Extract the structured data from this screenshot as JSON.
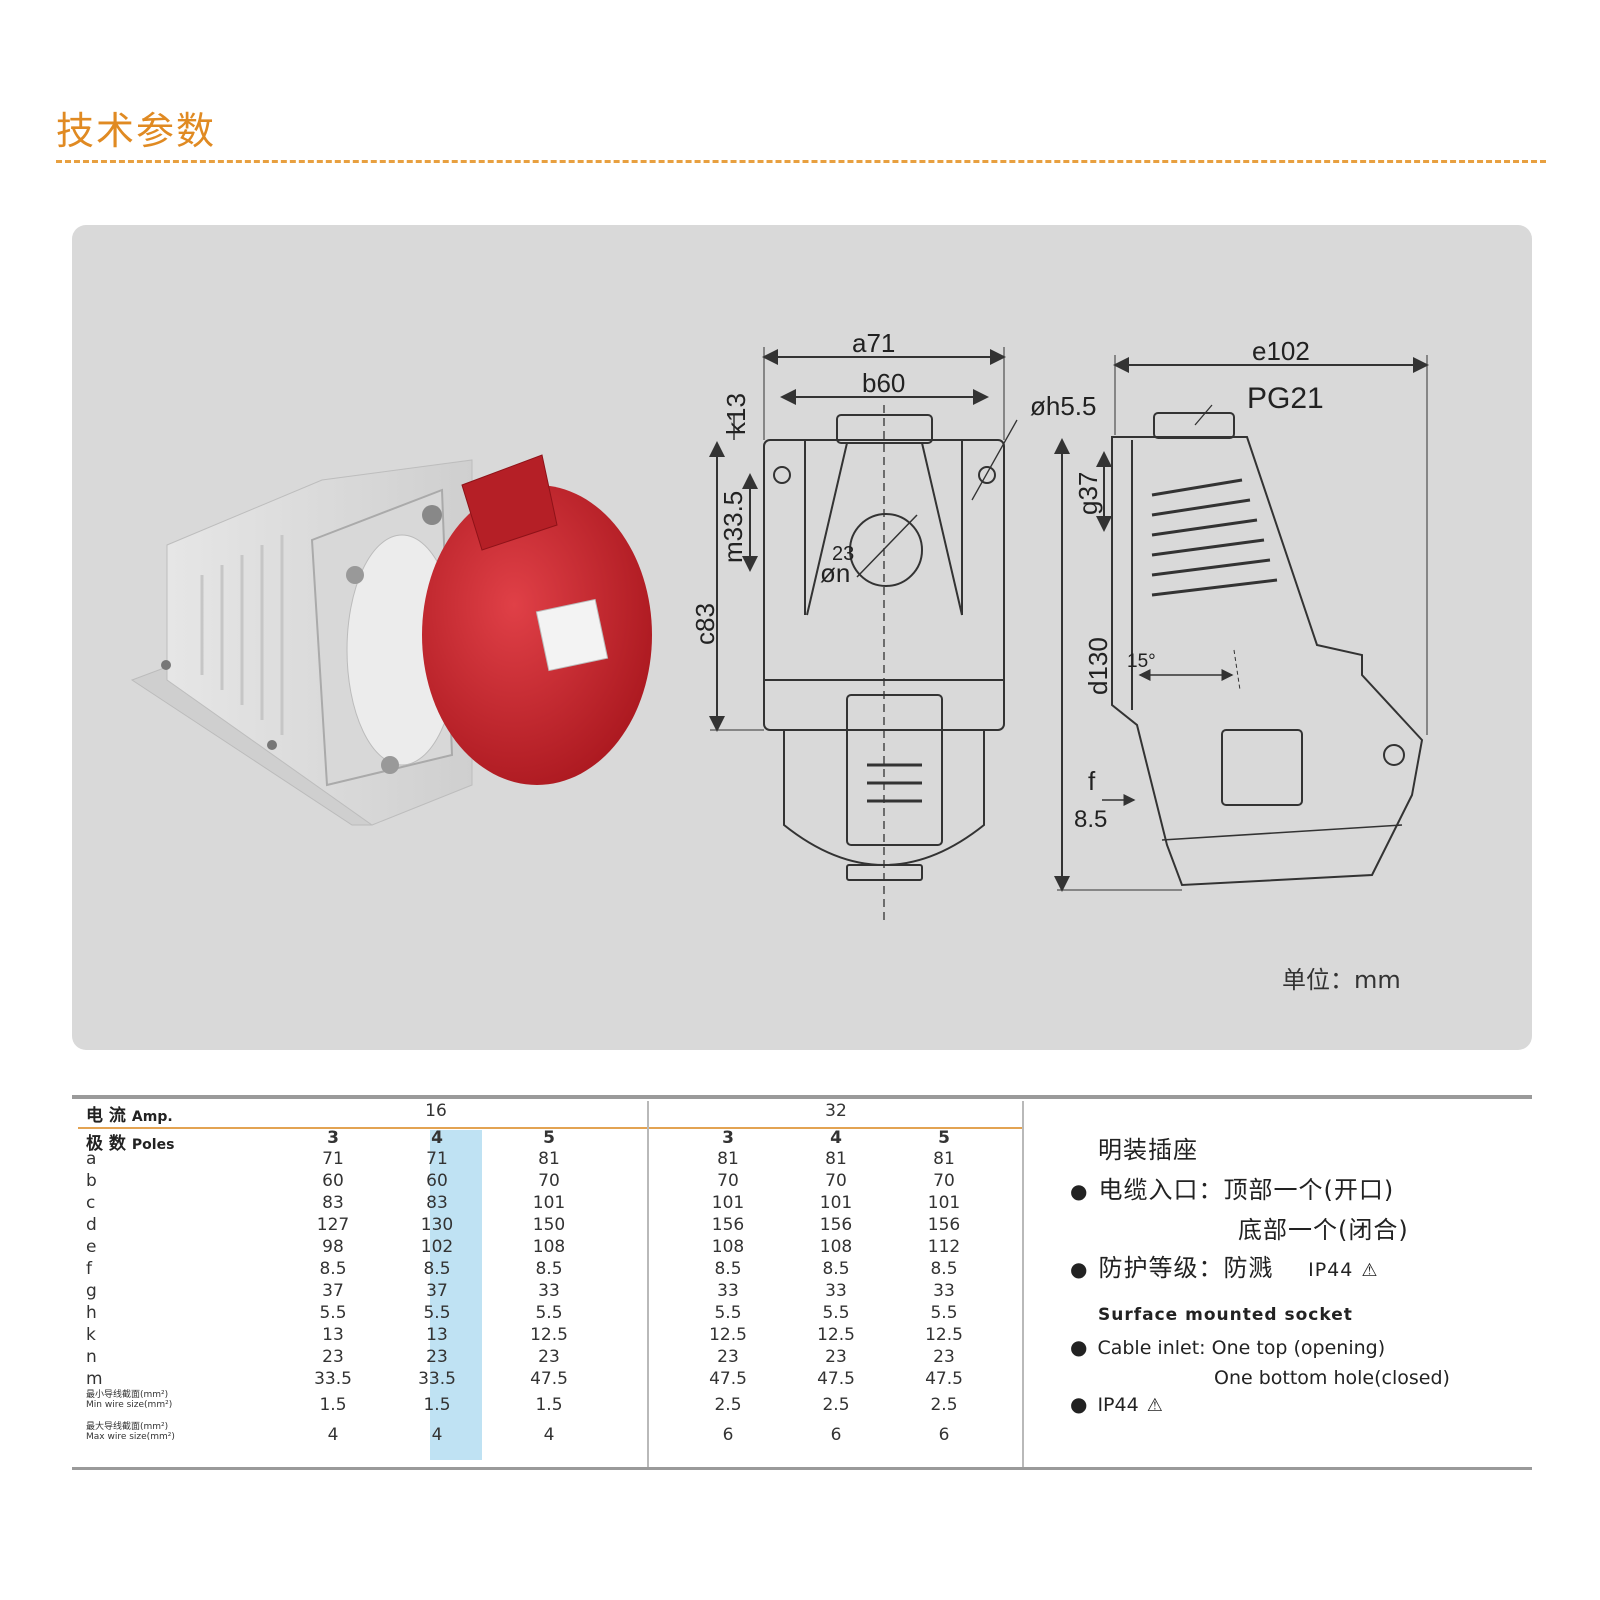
{
  "header": {
    "title": "技术参数"
  },
  "drawing": {
    "labels": {
      "a": "a71",
      "b": "b60",
      "e": "e102",
      "pg": "PG21",
      "h": "øh5.5",
      "k": "k13",
      "m": "m33.5",
      "c": "c83",
      "n_val": "23",
      "n": "øn",
      "g": "g37",
      "d": "d130",
      "angle": "15°",
      "f": "f",
      "f_val": "8.5"
    },
    "unit": "单位：mm"
  },
  "table": {
    "current_label": "电 流",
    "current_label_en": "Amp.",
    "poles_label": "极 数",
    "poles_label_en": "Poles",
    "amp_groups": [
      "16",
      "32"
    ],
    "poles": [
      "3",
      "4",
      "5",
      "3",
      "4",
      "5"
    ],
    "rows": [
      {
        "label": "a",
        "values": [
          "71",
          "71",
          "81",
          "81",
          "81",
          "81"
        ]
      },
      {
        "label": "b",
        "values": [
          "60",
          "60",
          "70",
          "70",
          "70",
          "70"
        ]
      },
      {
        "label": "c",
        "values": [
          "83",
          "83",
          "101",
          "101",
          "101",
          "101"
        ]
      },
      {
        "label": "d",
        "values": [
          "127",
          "130",
          "150",
          "156",
          "156",
          "156"
        ]
      },
      {
        "label": "e",
        "values": [
          "98",
          "102",
          "108",
          "108",
          "108",
          "112"
        ]
      },
      {
        "label": "f",
        "values": [
          "8.5",
          "8.5",
          "8.5",
          "8.5",
          "8.5",
          "8.5"
        ]
      },
      {
        "label": "g",
        "values": [
          "37",
          "37",
          "33",
          "33",
          "33",
          "33"
        ]
      },
      {
        "label": "h",
        "values": [
          "5.5",
          "5.5",
          "5.5",
          "5.5",
          "5.5",
          "5.5"
        ]
      },
      {
        "label": "k",
        "values": [
          "13",
          "13",
          "12.5",
          "12.5",
          "12.5",
          "12.5"
        ]
      },
      {
        "label": "n",
        "values": [
          "23",
          "23",
          "23",
          "23",
          "23",
          "23"
        ]
      },
      {
        "label": "m",
        "values": [
          "33.5",
          "33.5",
          "47.5",
          "47.5",
          "47.5",
          "47.5"
        ]
      }
    ],
    "min_wire": {
      "label_cn": "最小导线截面(mm²)",
      "label_en": "Min wire size(mm²)",
      "values": [
        "1.5",
        "1.5",
        "1.5",
        "2.5",
        "2.5",
        "2.5"
      ]
    },
    "max_wire": {
      "label_cn": "最大导线截面(mm²)",
      "label_en": "Max wire size(mm²)",
      "values": [
        "4",
        "4",
        "4",
        "6",
        "6",
        "6"
      ]
    }
  },
  "notes": {
    "title_cn": "明装插座",
    "cable_inlet_cn": "电缆入口：顶部一个(开口)",
    "cable_inlet_cn2": "底部一个(闭合)",
    "protection_cn": "防护等级：防溅",
    "protection_code": "IP44",
    "title_en": "Surface mounted socket",
    "cable_inlet_en": "Cable inlet: One top (opening)",
    "cable_inlet_en2": "One bottom hole(closed)",
    "ip_en": "IP44"
  },
  "colors": {
    "title": "#e08a22",
    "socket_red": "#c8282e",
    "highlight": "#bfe2f3",
    "panel": "#d9d9d9"
  }
}
